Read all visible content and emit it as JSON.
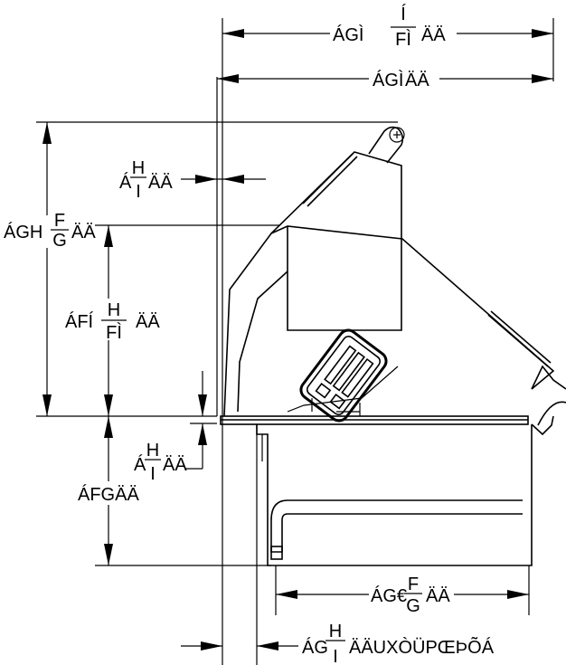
{
  "colors": {
    "ink": "#000000",
    "paper": "#ffffff"
  },
  "dimensions": {
    "top_outer": {
      "prefix": "ÁGÌ",
      "num": "Í",
      "den": "FÌ",
      "suffix": "ÄÄ"
    },
    "top_inner": {
      "prefix": "ÁGÌ",
      "suffix": "ÄÄ"
    },
    "small_offset": {
      "prefix": "Á",
      "num": "H",
      "den": "I",
      "suffix": "ÄÄ"
    },
    "total_height": {
      "prefix": "ÁGH",
      "num": "F",
      "den": "G",
      "suffix": "ÄÄ"
    },
    "upper_height": {
      "prefix": "ÁFÍ",
      "num": "H",
      "den": "FÌ",
      "suffix": "ÄÄ"
    },
    "lower_height": {
      "text": "ÁFGÄÄ"
    },
    "gap": {
      "prefix": "Á",
      "num": "H",
      "den": "I",
      "suffix": "ÄÄ"
    },
    "base_width": {
      "prefix": "ÁG€",
      "num": "F",
      "den": "G",
      "suffix": "ÄÄ"
    },
    "bottom_width": {
      "prefix": "ÁG",
      "num": "H",
      "den": "I",
      "suffix": "ÄÄUXÒÜPŒÞÕÁ"
    }
  }
}
